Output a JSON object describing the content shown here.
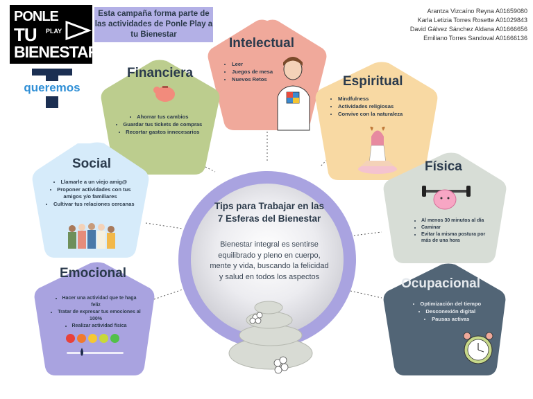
{
  "logo": {
    "line1": "PONLE",
    "line2": "TU",
    "play": "PLAY",
    "line3": "BIENESTAR"
  },
  "brand": {
    "name": "queremos"
  },
  "campaign": {
    "text": "Esta campaña forma parte de las actividades de Ponle Play a tu Bienestar"
  },
  "authors": [
    "Arantza Vizcaíno Reyna A01659080",
    "Karla Letizia Torres Rosette A01029843",
    "David Gálvez Sánchez Aldana A01666656",
    "Emiliano Torres Sandoval A01666136"
  ],
  "center": {
    "title": "Tips para Trabajar en las 7 Esferas del Bienestar",
    "text": "Bienestar integral es sentirse equilibrado y pleno en cuerpo, mente y vida, buscando la felicidad y salud en todos los aspectos"
  },
  "spheres": {
    "intelectual": {
      "title": "Intelectual",
      "items": [
        "Leer",
        "Juegos de mesa",
        "Nuevos Retos"
      ],
      "color": "#f0a99b"
    },
    "financiera": {
      "title": "Financiera",
      "items": [
        "Ahorrar tus cambios",
        "Guardar tus tickets de compras",
        "Recortar gastos innecesarios"
      ],
      "color": "#bccd8e"
    },
    "espiritual": {
      "title": "Espiritual",
      "items": [
        "Mindfulness",
        "Actividades religiosas",
        "Convive con la naturaleza"
      ],
      "color": "#f8d9a3"
    },
    "social": {
      "title": "Social",
      "items": [
        "Llamarle a un viejo amig@",
        "Proponer actividades con tus amigos y/o familiares",
        "Cultivar tus relaciones cercanas"
      ],
      "color": "#d6ebfa"
    },
    "fisica": {
      "title": "Física",
      "items": [
        "Al menos 30 minutos al día",
        "Caminar",
        "Evitar la misma postura por más de una hora"
      ],
      "color": "#d7ddd6"
    },
    "emocional": {
      "title": "Emocional",
      "items": [
        "Hacer una actividad que te haga feliz",
        "Tratar de expresar tus emociones al 100%",
        "Realizar actividad física"
      ],
      "color": "#a9a3e0"
    },
    "ocupacional": {
      "title": "Ocupacional",
      "items": [
        "Optimización del tiempo",
        "Desconexión digital",
        "Pausas activas"
      ],
      "color": "#526576"
    }
  },
  "colors": {
    "ring": "#a9a3e0",
    "ringInner": "#ffffff",
    "emojis": [
      "#e8413a",
      "#f07a2e",
      "#f5c833",
      "#c8d93a",
      "#52c049"
    ]
  }
}
